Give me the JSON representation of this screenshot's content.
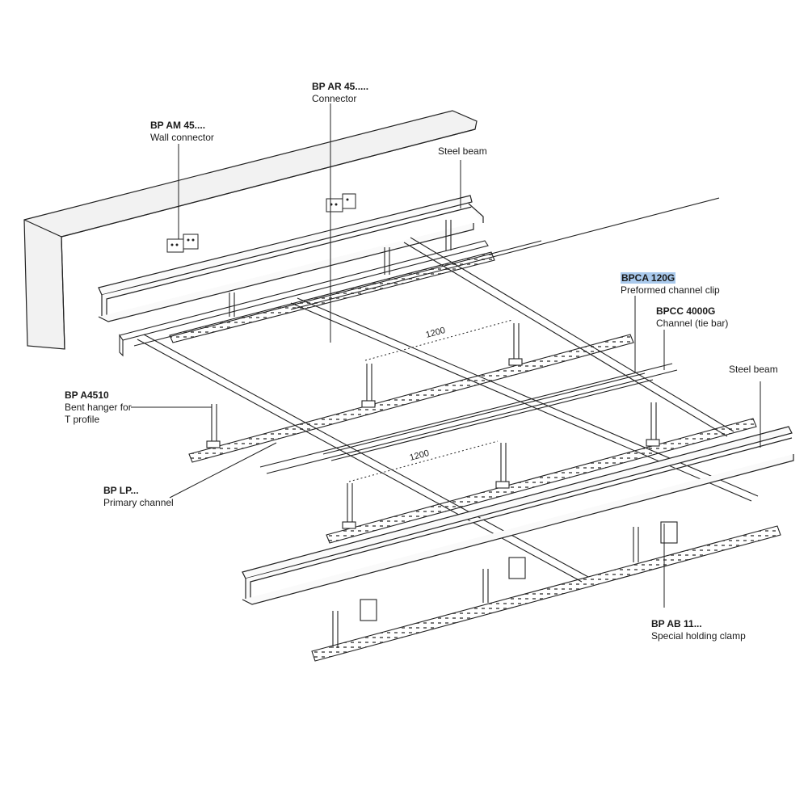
{
  "labels": {
    "bp_ar": {
      "code": "BP AR 45.....",
      "desc": "Connector"
    },
    "bp_am": {
      "code": "BP AM 45....",
      "desc": "Wall connector"
    },
    "steel_beam_top": {
      "desc": "Steel beam"
    },
    "bpca": {
      "code": "BPCA 120G",
      "desc": "Preformed channel clip",
      "highlight_color": "#a9c9ec"
    },
    "bpcc": {
      "code": "BPCC 4000G",
      "desc": "Channel (tie bar)"
    },
    "steel_beam_right": {
      "desc": "Steel beam"
    },
    "bp_a4510": {
      "code": "BP A4510",
      "desc_line1": "Bent hanger for",
      "desc_line2": "T profile"
    },
    "bp_lp": {
      "code": "BP LP...",
      "desc": "Primary channel"
    },
    "bp_ab": {
      "code": "BP AB 11...",
      "desc": "Special holding clamp"
    }
  },
  "dimensions": {
    "upper": "1200",
    "lower": "1200"
  },
  "colors": {
    "wall": "#f2f2f2",
    "line": "#222222",
    "hatch": "#999999"
  }
}
